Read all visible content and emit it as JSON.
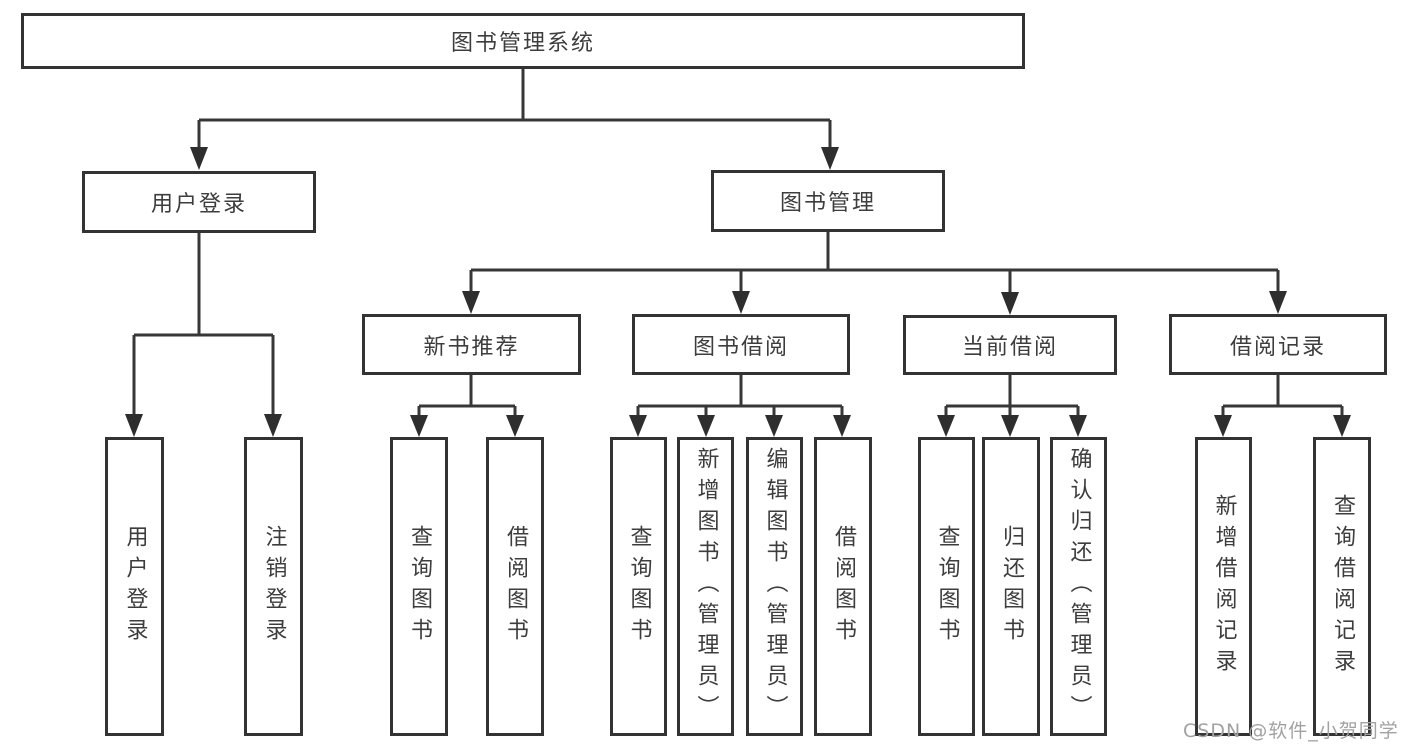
{
  "diagram": {
    "root": {
      "label": "图书管理系统"
    },
    "level2": [
      {
        "label": "用户登录"
      },
      {
        "label": "图书管理"
      }
    ],
    "level3": [
      {
        "label": "新书推荐"
      },
      {
        "label": "图书借阅"
      },
      {
        "label": "当前借阅"
      },
      {
        "label": "借阅记录"
      }
    ],
    "leaves": [
      {
        "label": "用户登录"
      },
      {
        "label": "注销登录"
      },
      {
        "label": "查询图书"
      },
      {
        "label": "借阅图书"
      },
      {
        "label": "查询图书"
      },
      {
        "label": "新增图书（管理员）"
      },
      {
        "label": "编辑图书（管理员）"
      },
      {
        "label": "借阅图书"
      },
      {
        "label": "查询图书"
      },
      {
        "label": "归还图书"
      },
      {
        "label": "确认归还（管理员）"
      },
      {
        "label": "新增借阅记录"
      },
      {
        "label": "查询借阅记录"
      }
    ]
  },
  "watermark": {
    "text": "CSDN @软件_小贺同学"
  },
  "colors": {
    "line": "#373737",
    "box_border": "#333333",
    "text": "#3d3d3d",
    "watermark": "#a2a2a2",
    "background": "#ffffff"
  }
}
